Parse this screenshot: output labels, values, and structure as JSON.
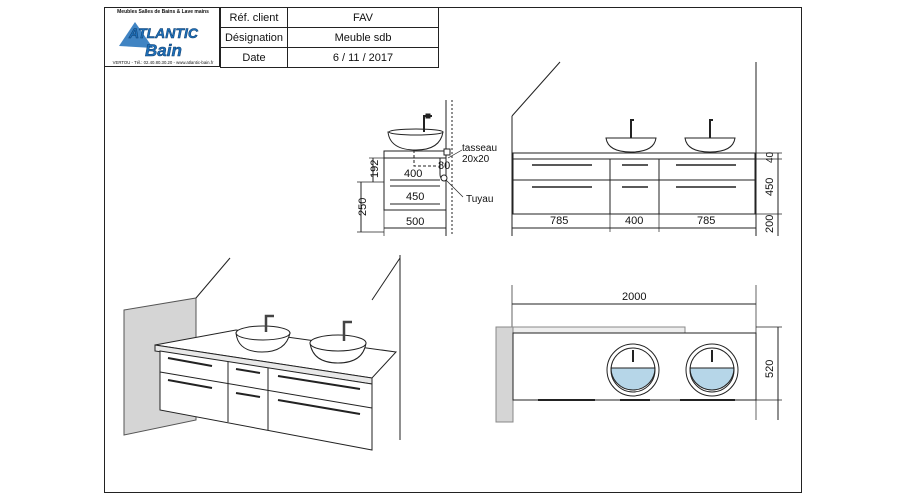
{
  "titleblock": {
    "logo": {
      "tagline": "Meubles Salles de Bains & Lave mains",
      "brand_line1": "ATLANTIC",
      "brand_line2": "Bain",
      "contact": "VERTOU - Tél.: 02.40.80.30.20 - www.atlantic-bain.fr"
    },
    "rows": [
      {
        "label": "Réf. client",
        "value": "FAV"
      },
      {
        "label": "Désignation",
        "value": "Meuble sdb"
      },
      {
        "label": "Date",
        "value": "6 / 11 / 2017"
      }
    ]
  },
  "side_view": {
    "dims": {
      "d192": "192",
      "d250": "250",
      "d400": "400",
      "d80": "80",
      "d450": "450",
      "d500": "500"
    },
    "labels": {
      "tasseau_1": "tasseau",
      "tasseau_2": "20x20",
      "tuyau": "Tuyau"
    }
  },
  "front_view": {
    "dims": {
      "w1": "785",
      "w2": "400",
      "w3": "785",
      "h40": "40",
      "h450": "450",
      "h200": "200"
    }
  },
  "top_view": {
    "dims": {
      "width": "2000",
      "depth": "520"
    }
  },
  "colors": {
    "line": "#222222",
    "basin_water": "#b6d6e8",
    "wall_shade": "#d5d5d5"
  }
}
